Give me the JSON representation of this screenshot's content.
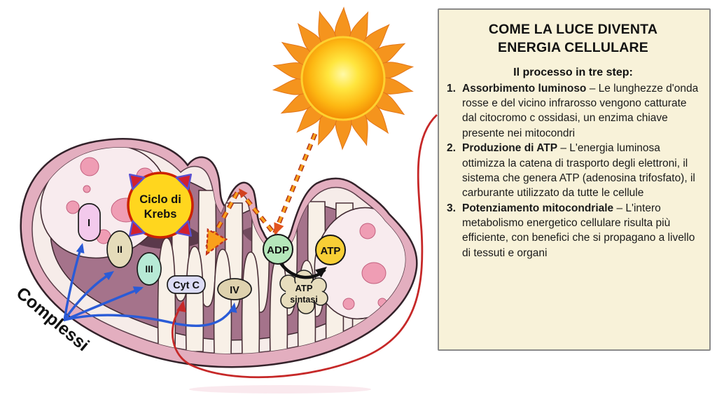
{
  "panel": {
    "title_line1": "COME LA LUCE DIVENTA",
    "title_line2": "ENERGIA CELLULARE",
    "subtitle": "Il processo in tre step:",
    "steps": [
      {
        "num": "1.",
        "bold": "Assorbimento luminoso",
        "text": " – Le lunghezze d'onda rosse e del vicino infrarosso vengono catturate dal citocromo c ossidasi, un enzima chiave presente nei mitocondri"
      },
      {
        "num": "2.",
        "bold": "Produzione di ATP",
        "text": " – L'energia luminosa ottimizza la catena di trasporto degli elettroni, il sistema che genera ATP (adenosina trifosfato), il carburante utilizzato da tutte le cellule"
      },
      {
        "num": "3.",
        "bold": "Potenziamento mitocondriale",
        "text": " – L'intero metabolismo energetico cellulare risulta più efficiente, con benefici che si propagano a livello di tessuti e organi"
      }
    ]
  },
  "diagram": {
    "labels": {
      "complessi": "Complessi",
      "krebs_line1": "Ciclo di",
      "krebs_line2": "Krebs",
      "complex_1": "I",
      "complex_2": "II",
      "complex_3": "III",
      "complex_4": "IV",
      "cyt_c": "Cyt C",
      "adp": "ADP",
      "atp": "ATP",
      "atp_sintasi_line1": "ATP",
      "atp_sintasi_line2": "sintasi"
    },
    "icons": {
      "sun": "☀"
    }
  },
  "colors": {
    "panel_bg": "#F8F2D9",
    "panel_border": "#8A8A8A",
    "krebs_fill": "#FFD61E",
    "krebs_border": "#CC2200",
    "adp_fill": "#B5E7BA",
    "atp_fill": "#F7CF36",
    "cyt_c_fill": "#DCDCF6",
    "complex1_fill": "#F3C9EC",
    "complex2_fill": "#E5DCBA",
    "complex3_fill": "#B7EAD6",
    "complex4_fill": "#DED2AE",
    "atp_synthase_fill": "#E7DDBD",
    "arrow_blue": "#2A5BD7",
    "arrow_red": "#C62828",
    "arrow_black": "#111111",
    "light_beam_orange": "#F9A01B",
    "light_beam_edge": "#B23418",
    "sun_orange": "#F5941D",
    "sun_yellow": "#FFE63F",
    "mito_membrane_pink": "#E3AEBF",
    "mito_matrix_mauve": "#A5738B",
    "mito_cristae_cream": "#F8F0E7"
  }
}
